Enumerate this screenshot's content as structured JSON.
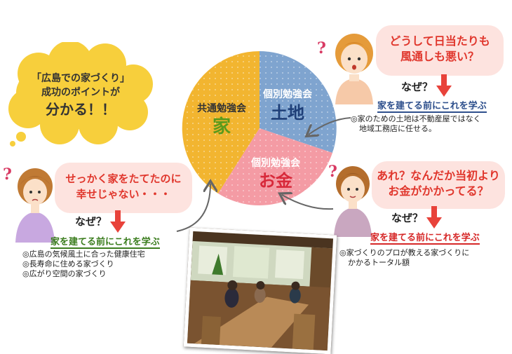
{
  "cloud": {
    "line1": "「広島での家づくり」",
    "line2": "成功のポイントが",
    "line3": "分かる！！"
  },
  "pie": {
    "common": {
      "label": "共通勉強会",
      "big": "家",
      "color": "#f2b530"
    },
    "land": {
      "label": "個別勉強会",
      "big": "土地",
      "color": "#7fa4cf"
    },
    "money": {
      "label": "個別勉強会",
      "big": "お金",
      "color": "#f49ba4"
    }
  },
  "top_right": {
    "bubble_line1": "どうして日当たりも",
    "bubble_line2": "風通しも悪い？",
    "naze": "なぜ？",
    "manabu": "家を建てる前にこれを学ぶ",
    "notes": [
      "◎家のための土地は不動産屋ではなく",
      "地域工務店に任せる。"
    ]
  },
  "mid_right": {
    "bubble_line1": "あれ？なんだか当初より",
    "bubble_line2": "お金がかかってる？",
    "naze": "なぜ？",
    "manabu": "家を建てる前にこれを学ぶ",
    "notes": [
      "◎家づくりのプロが教える家づくりに",
      "かかるトータル額"
    ]
  },
  "left": {
    "bubble_line1": "せっかく家をたてたのに",
    "bubble_line2": "幸せじゃない・・・",
    "naze": "なぜ？",
    "manabu": "家を建てる前にこれを学ぶ",
    "notes": [
      "◎広島の気候風土に合った健康住宅",
      "◎長寿命に住める家づくり",
      "◎広がり空間の家づくり"
    ]
  },
  "colors": {
    "accent_red": "#e0362c",
    "arrow_red": "#e8423a",
    "bubble_pink": "#fde3df",
    "cloud_yellow": "#f7cf3c"
  }
}
